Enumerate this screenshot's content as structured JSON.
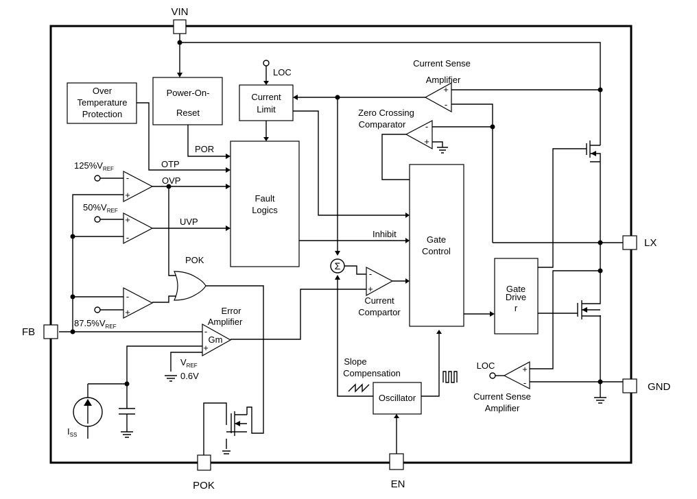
{
  "pins": {
    "vin": "VIN",
    "lx": "LX",
    "gnd": "GND",
    "fb": "FB",
    "pok": "POK",
    "en": "EN"
  },
  "blocks": {
    "otp_l1": "Over",
    "otp_l2": "Temperature",
    "otp_l3": "Protection",
    "por_l1": "Power-On-",
    "por_l2": "Reset",
    "cl_l1": "Current",
    "cl_l2": "Limit",
    "fault_l1": "Fault",
    "fault_l2": "Logics",
    "gate_l1": "Gate",
    "gate_l2": "Control",
    "drv_l1": "Gate",
    "drv_l2": "Drive",
    "drv_l3": "r",
    "osc": "Oscillator"
  },
  "labels": {
    "loc_top": "LOC",
    "loc_bottom": "LOC",
    "csa_top_l1": "Current Sense",
    "csa_top_l2": "Amplifier",
    "zcc_l1": "Zero Crossing",
    "zcc_l2": "Comparator",
    "por_sig": "POR",
    "otp_sig": "OTP",
    "ovp_sig": "OVP",
    "uvp_sig": "UVP",
    "inhibit": "Inhibit",
    "pok_gate": "POK",
    "ea_l1": "Error",
    "ea_l2": "Amplifier",
    "gm": "Gm",
    "cc_l1": "Current",
    "cc_l2": "Compartor",
    "slope_l1": "Slope",
    "slope_l2": "Compensation",
    "csa_bot_l1": "Current Sense",
    "csa_bot_l2": "Amplifier",
    "sum_symbol": "Σ",
    "ref125": "125%V",
    "ref50": "50%V",
    "ref875": "87.5%V",
    "ref_sub": "REF",
    "vref": "V",
    "vref_val": "0.6V",
    "iss": "I",
    "iss_sub": "SS"
  }
}
